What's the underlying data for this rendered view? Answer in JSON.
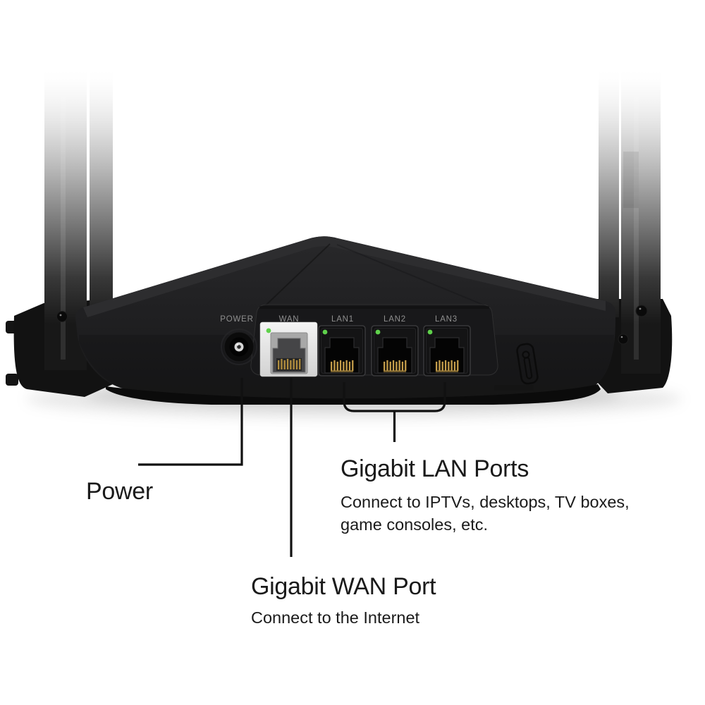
{
  "device": {
    "name": "wireless router rear view",
    "port_labels": [
      "POWER",
      "WAN",
      "LAN1",
      "LAN2",
      "LAN3"
    ]
  },
  "callouts": {
    "power": {
      "title": "Power"
    },
    "lan": {
      "title": "Gigabit LAN Ports",
      "description_line1": "Connect to IPTVs, desktops, TV boxes,",
      "description_line2": "game consoles, etc."
    },
    "wan": {
      "title": "Gigabit WAN Port",
      "description": "Connect to the Internet"
    }
  },
  "colors": {
    "body": "#202022",
    "rear_panel": "#18181a",
    "wan_highlight": "#f4f4f4",
    "led_green": "#5fd14b",
    "pin_gold": "#c29b4a",
    "callout_line": "#111111",
    "annotation_text": "#1a1a1a",
    "port_label_text": "#8f8f8f"
  }
}
